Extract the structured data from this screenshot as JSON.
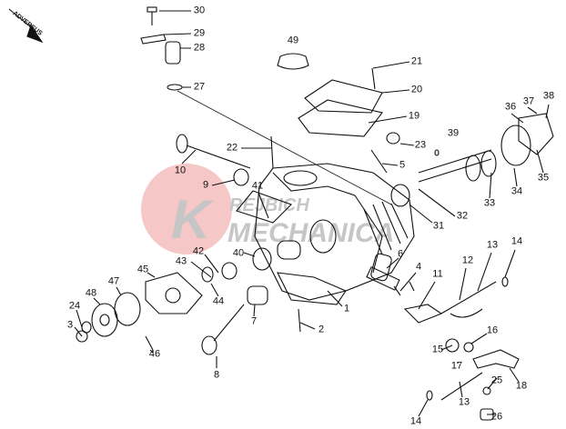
{
  "title": "Cylinder head exploded view",
  "orientation_label": "ADVERSUS",
  "watermark": {
    "brand": "KREJBICH MECHANICA",
    "color": "#e88080"
  },
  "labels": [
    "30",
    "29",
    "28",
    "27",
    "49",
    "21",
    "20",
    "19",
    "23",
    "5",
    "39",
    "38",
    "37",
    "36",
    "35",
    "34",
    "33",
    "32",
    "31",
    "22",
    "10",
    "9",
    "41",
    "40",
    "42",
    "43",
    "45",
    "44",
    "47",
    "48",
    "24",
    "3",
    "46",
    "7",
    "8",
    "2",
    "1",
    "6",
    "4",
    "11",
    "12",
    "13",
    "14",
    "16",
    "15",
    "17",
    "18",
    "25",
    "26",
    "13",
    "14"
  ]
}
